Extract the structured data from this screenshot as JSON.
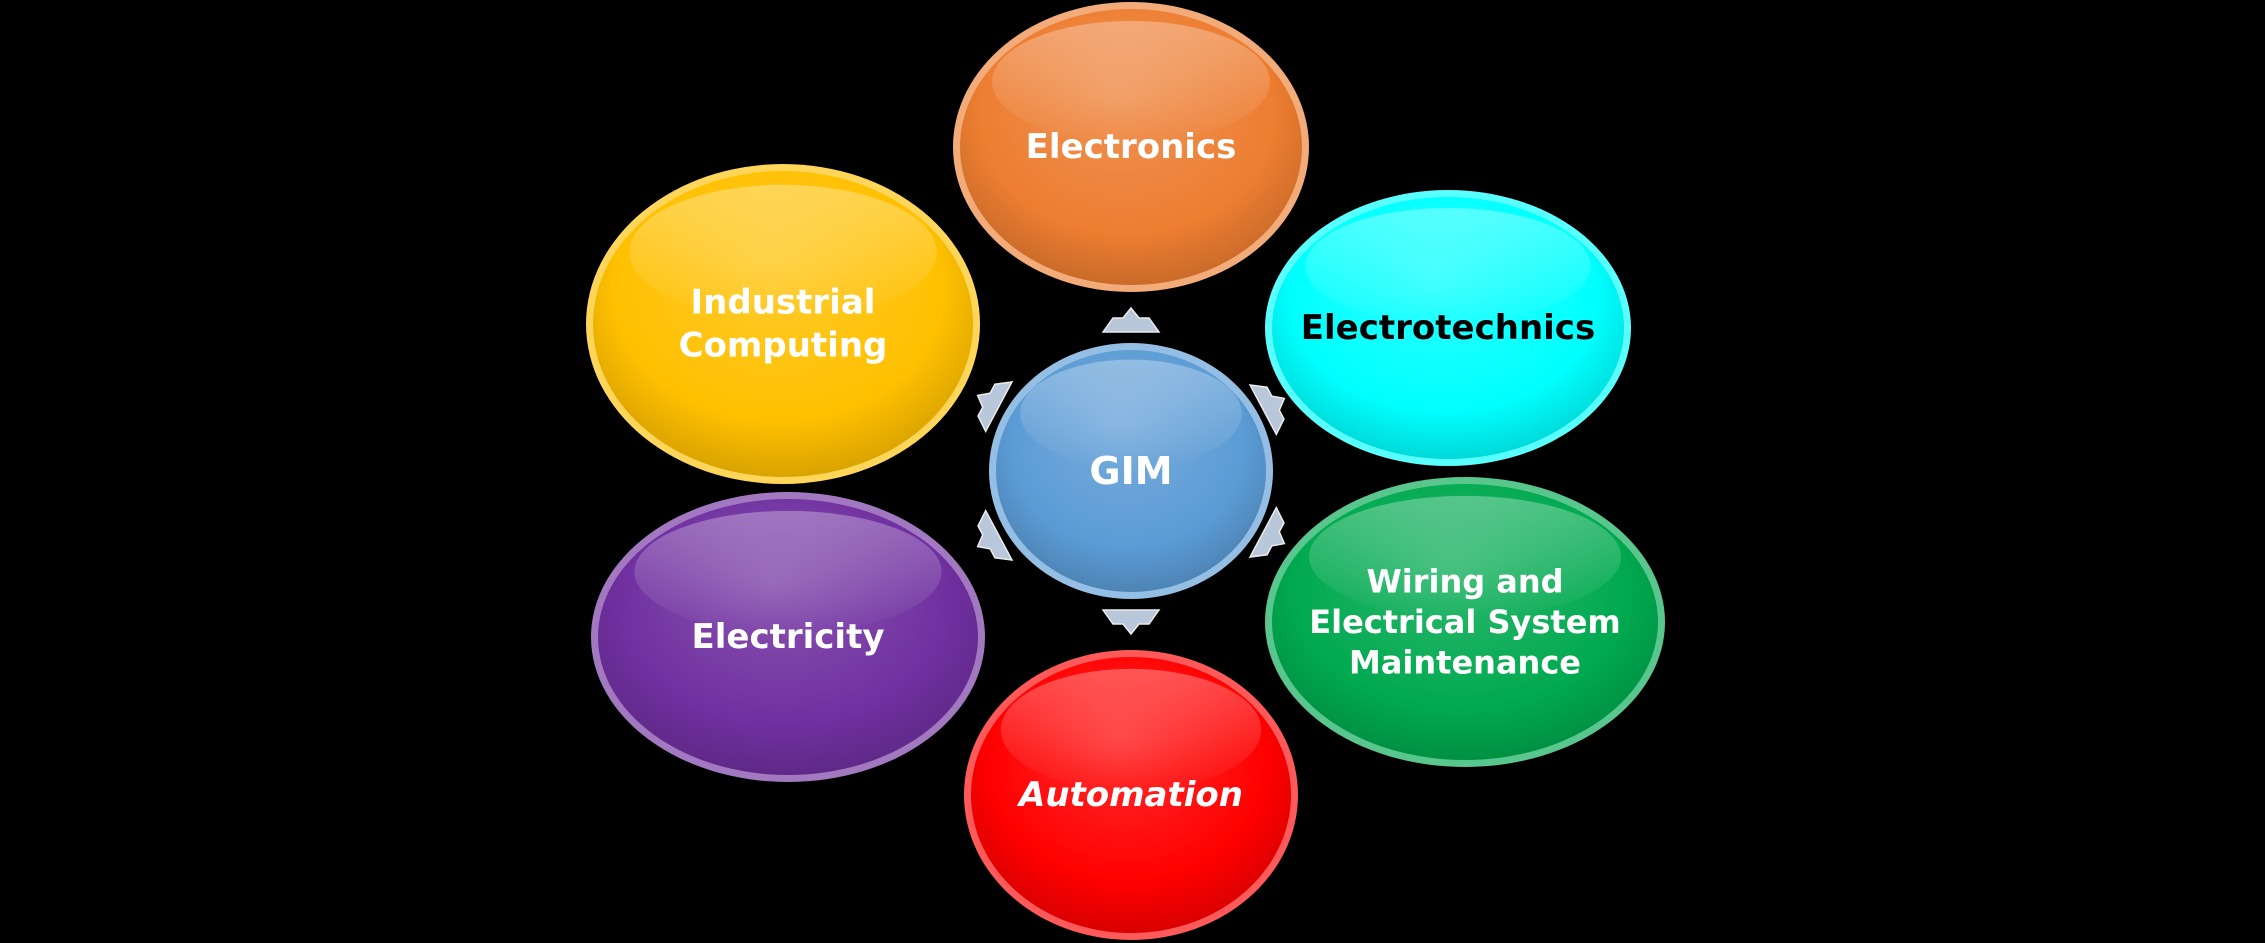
{
  "diagram": {
    "center": {
      "label": "GIM",
      "color": "#5B9BD5",
      "text_color": "#FFFFFF"
    },
    "nodes": [
      {
        "id": "electronics",
        "lines": [
          "Electronics"
        ],
        "color": "#ED7D31",
        "text_color": "#FFFFFF",
        "italic": false
      },
      {
        "id": "electrotechnics",
        "lines": [
          "Electrotechnics"
        ],
        "color": "#00FFFF",
        "text_color": "#000000",
        "italic": false
      },
      {
        "id": "wiring-maintenance",
        "lines": [
          "Wiring and",
          "Electrical System",
          "Maintenance"
        ],
        "color": "#00A94F",
        "text_color": "#FFFFFF",
        "italic": false
      },
      {
        "id": "automation",
        "lines": [
          "Automation"
        ],
        "color": "#FF0000",
        "text_color": "#FFFFFF",
        "italic": true
      },
      {
        "id": "electricity",
        "lines": [
          "Electricity"
        ],
        "color": "#7030A0",
        "text_color": "#FFFFFF",
        "italic": false
      },
      {
        "id": "industrial-computing",
        "lines": [
          "Industrial",
          "Computing"
        ],
        "color": "#FFC000",
        "text_color": "#FFFFFF",
        "italic": false
      }
    ],
    "arrow_color": "#C9D8EE",
    "background": "#000000"
  }
}
